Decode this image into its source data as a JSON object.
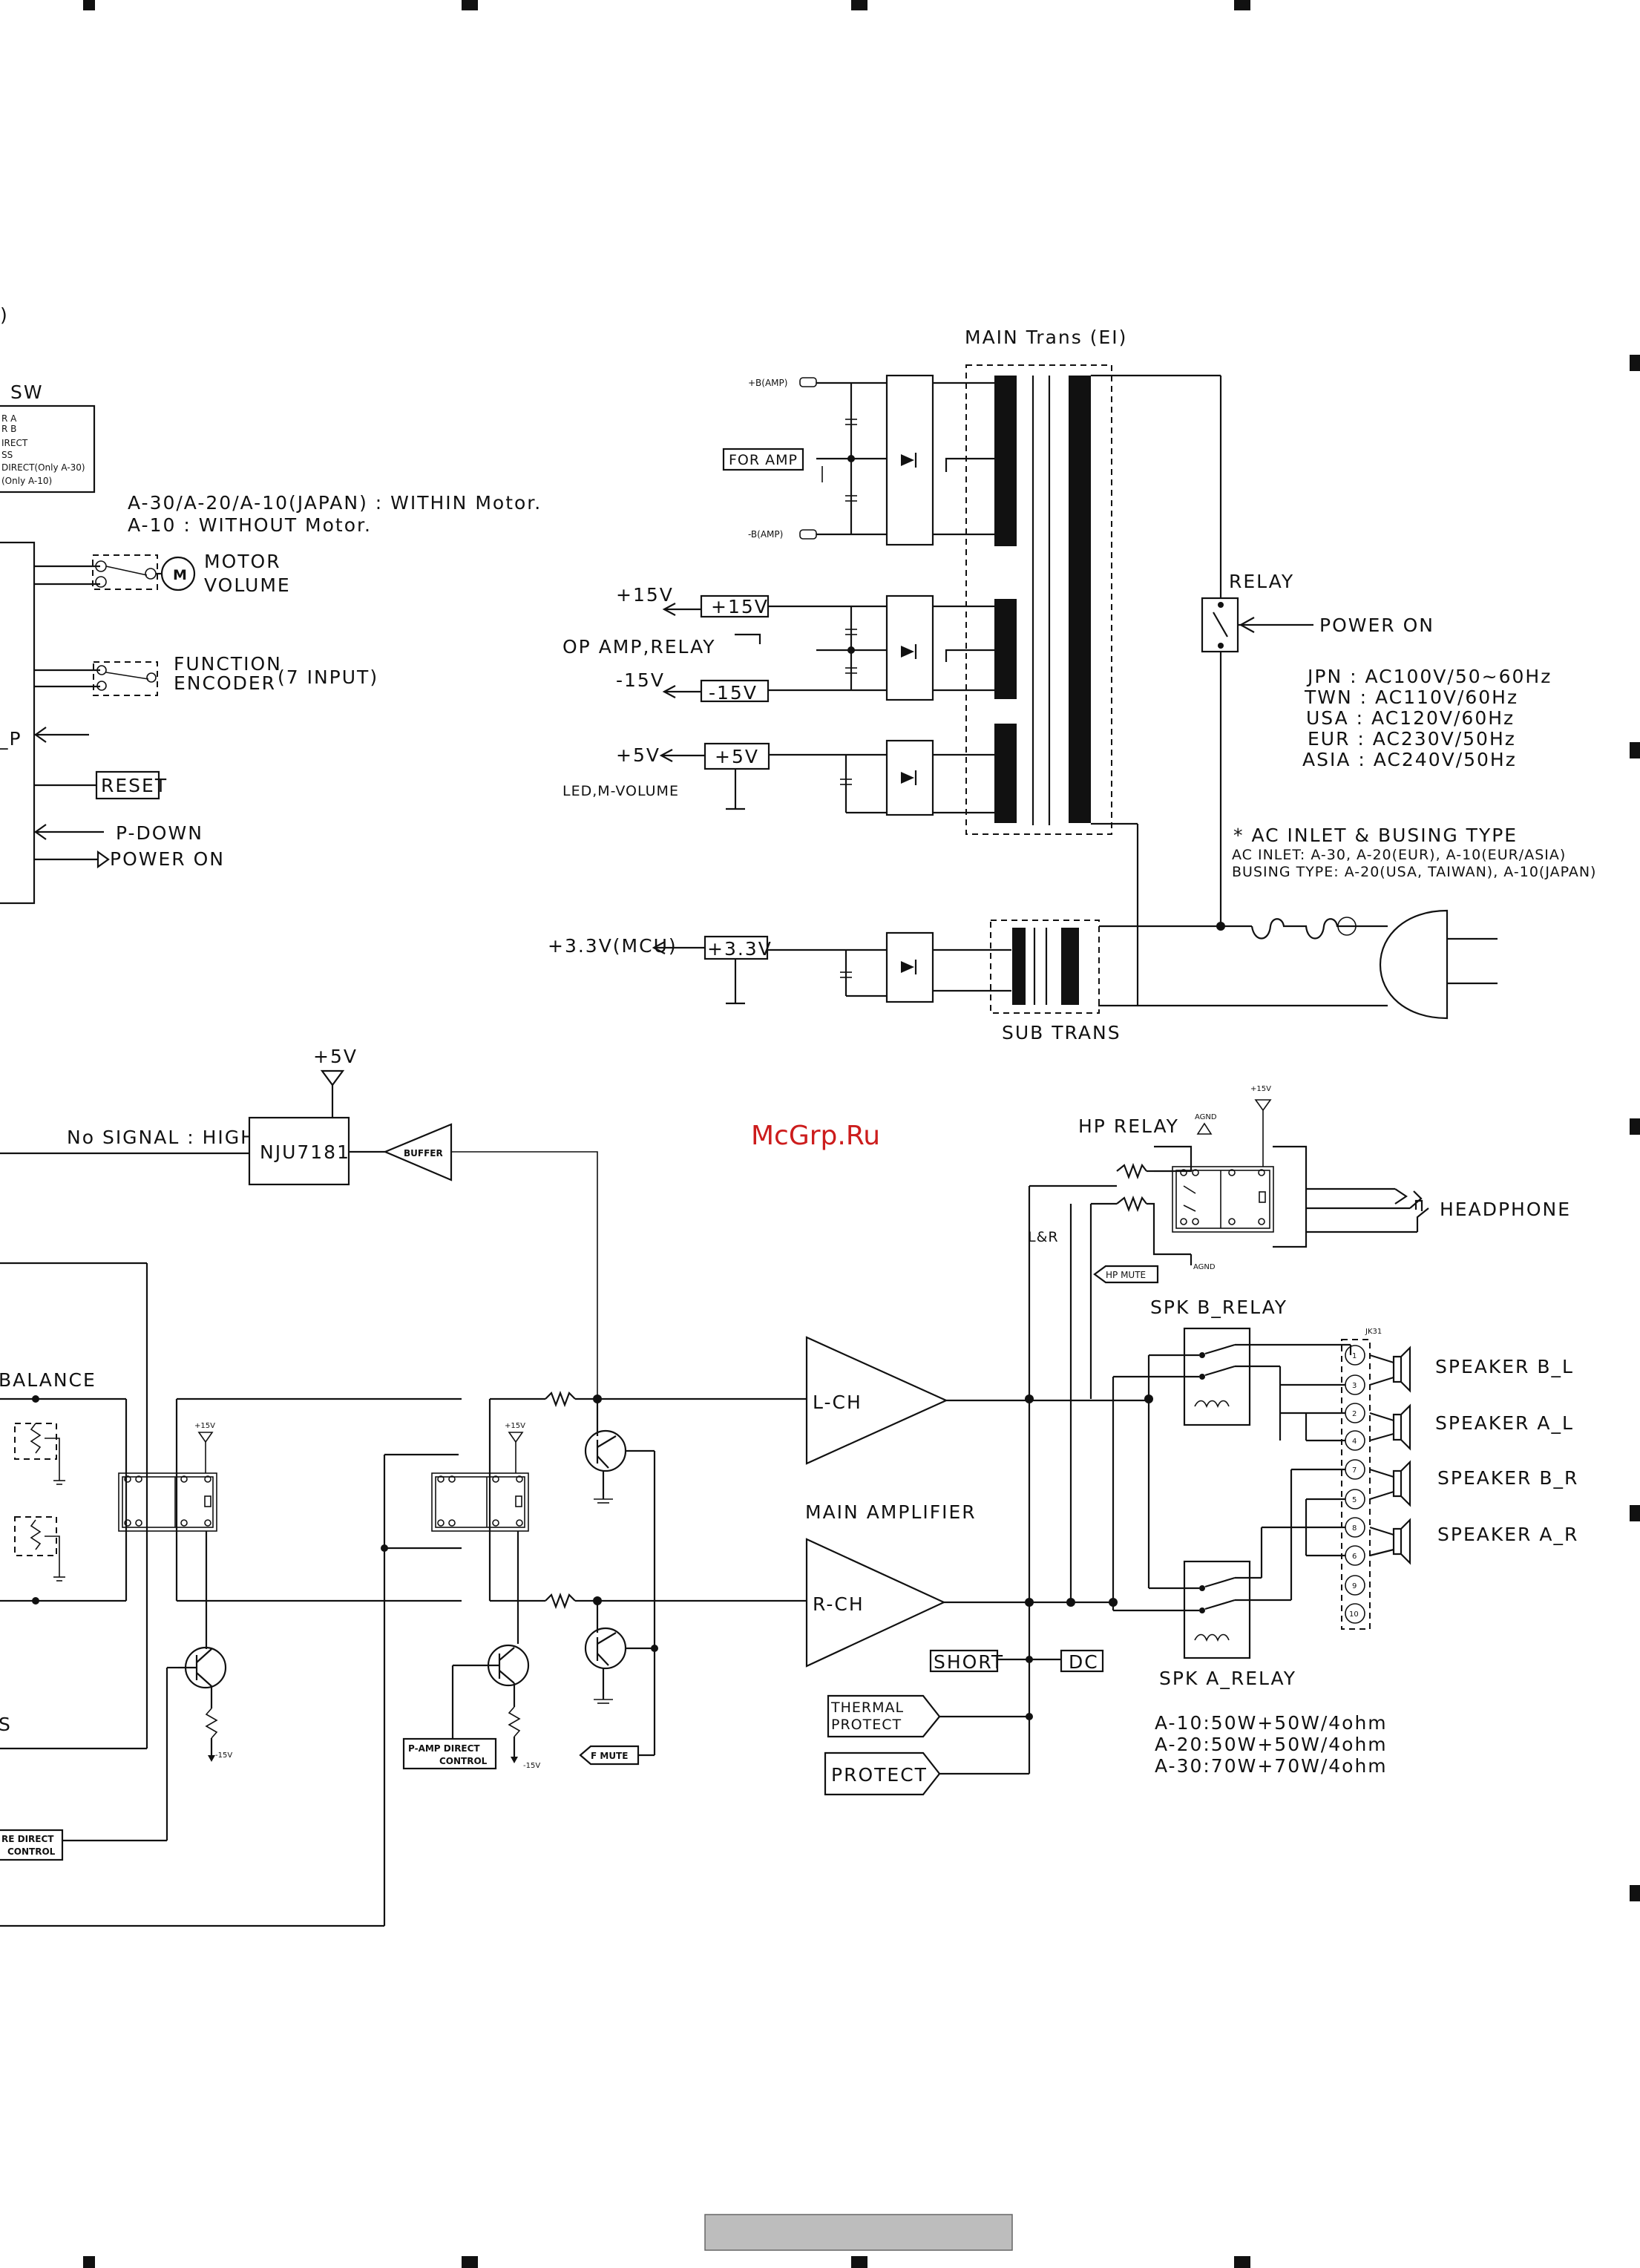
{
  "top": {
    "paren": ")",
    "sw": "SW",
    "sw_items": [
      "R A",
      "R B",
      "IRECT",
      "SS",
      "DIRECT(Only A-30)",
      "(Only A-10)"
    ],
    "motor_note_1": "A-30/A-20/A-10(JAPAN) : WITHIN Motor.",
    "motor_note_2": "A-10 : WITHOUT Motor.",
    "motor_symbol": "M",
    "motor_volume_1": "MOTOR",
    "motor_volume_2": "VOLUME",
    "function_1": "FUNCTION",
    "function_2": "ENCODER",
    "seven_input": "(7 INPUT)",
    "p_partial": "_P",
    "reset": "RESET",
    "p_down": "P-DOWN",
    "power_on_left": "POWER ON"
  },
  "power": {
    "main_trans": "MAIN Trans (EI)",
    "b_amp_plus": "+B(AMP)",
    "b_amp_minus": "-B(AMP)",
    "for_amp": "FOR AMP",
    "plus15_out": "+15V",
    "plus15_reg": "+15V",
    "op_amp_relay": "OP AMP,RELAY",
    "minus15_out": "-15V",
    "minus15_reg": "-15V",
    "plus5_out": "+5V",
    "plus5_reg": "+5V",
    "led_mvol": "LED,M-VOLUME",
    "plus33_out": "+3.3V(MCU)",
    "plus33_reg": "+3.3V",
    "sub_trans": "SUB TRANS",
    "relay": "RELAY",
    "power_on": "POWER ON",
    "voltages": [
      "JPN : AC100V/50~60Hz",
      "TWN : AC110V/60Hz",
      "USA : AC120V/60Hz",
      "EUR : AC230V/50Hz",
      "ASIA : AC240V/50Hz"
    ],
    "ac_inlet_title": "* AC INLET & BUSING TYPE",
    "ac_inlet_line": "AC INLET: A-30, A-20(EUR), A-10(EUR/ASIA)",
    "busing_line": "BUSING TYPE: A-20(USA, TAIWAN), A-10(JAPAN)"
  },
  "amp": {
    "plus5": "+5V",
    "no_signal": "No SIGNAL : HIGH",
    "nju": "NJU7181",
    "buffer": "BUFFER",
    "watermark": "McGrp.Ru",
    "hp_relay": "HP RELAY",
    "agnd": "AGND",
    "plus15": "+15V",
    "minus15": "-15V",
    "headphone": "HEADPHONE",
    "lr": "L&R",
    "hp_mute": "HP MUTE",
    "spk_b_relay": "SPK B_RELAY",
    "spk_a_relay": "SPK A_RELAY",
    "jk31": "JK31",
    "pins": [
      "1",
      "3",
      "2",
      "4",
      "7",
      "5",
      "8",
      "6",
      "9",
      "10"
    ],
    "speaker_bl": "SPEAKER B_L",
    "speaker_al": "SPEAKER A_L",
    "speaker_br": "SPEAKER B_R",
    "speaker_ar": "SPEAKER A_R",
    "balance": "BALANCE",
    "lch": "L-CH",
    "rch": "R-CH",
    "main_amplifier": "MAIN AMPLIFIER",
    "short": "SHORT",
    "dc": "DC",
    "thermal_1": "THERMAL",
    "thermal_2": "PROTECT",
    "protect": "PROTECT",
    "power_specs": [
      "A-10:50W+50W/4ohm",
      "A-20:50W+50W/4ohm",
      "A-30:70W+70W/4ohm"
    ],
    "p_amp_direct_1": "P-AMP DIRECT",
    "p_amp_direct_2": "CONTROL",
    "f_mute": "F MUTE",
    "re_direct_1": "RE DIRECT",
    "re_direct_2": "CONTROL",
    "s_partial": "S"
  }
}
